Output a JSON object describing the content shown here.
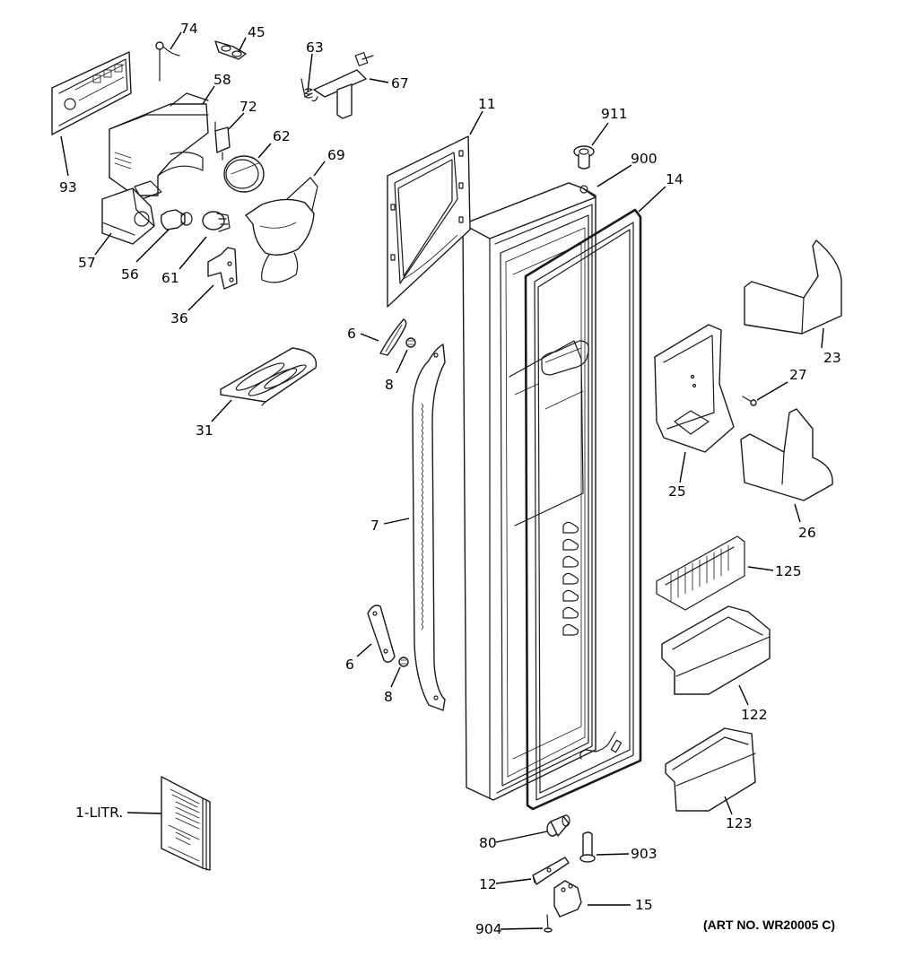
{
  "diagram": {
    "title": "Refrigerator fresh food door exploded parts diagram",
    "art_number": "(ART NO. WR20005 C)",
    "parts": [
      {
        "id": "74",
        "label": "74",
        "name": "spring-wire"
      },
      {
        "id": "45",
        "label": "45",
        "name": "bracket-plate"
      },
      {
        "id": "63",
        "label": "63",
        "name": "spring"
      },
      {
        "id": "67",
        "label": "67",
        "name": "actuator-arm"
      },
      {
        "id": "58",
        "label": "58",
        "name": "dispenser-housing"
      },
      {
        "id": "72",
        "label": "72",
        "name": "switch"
      },
      {
        "id": "62",
        "label": "62",
        "name": "ring-gasket"
      },
      {
        "id": "69",
        "label": "69",
        "name": "funnel-chute"
      },
      {
        "id": "93",
        "label": "93",
        "name": "control-board"
      },
      {
        "id": "57",
        "label": "57",
        "name": "motor-cover"
      },
      {
        "id": "56",
        "label": "56",
        "name": "coupling"
      },
      {
        "id": "61",
        "label": "61",
        "name": "gear-adapter"
      },
      {
        "id": "36",
        "label": "36",
        "name": "solenoid-bracket"
      },
      {
        "id": "11",
        "label": "11",
        "name": "dispenser-frame"
      },
      {
        "id": "911",
        "label": "911",
        "name": "hinge-bushing"
      },
      {
        "id": "900",
        "label": "900",
        "name": "door-assembly"
      },
      {
        "id": "14",
        "label": "14",
        "name": "door-gasket"
      },
      {
        "id": "23",
        "label": "23",
        "name": "cover-top"
      },
      {
        "id": "27",
        "label": "27",
        "name": "screw"
      },
      {
        "id": "25",
        "label": "25",
        "name": "bin-bracket"
      },
      {
        "id": "26",
        "label": "26",
        "name": "cover-bottom"
      },
      {
        "id": "6a",
        "label": "6",
        "name": "handle-cap-upper"
      },
      {
        "id": "8a",
        "label": "8",
        "name": "handle-screw-upper"
      },
      {
        "id": "31",
        "label": "31",
        "name": "drip-tray"
      },
      {
        "id": "7",
        "label": "7",
        "name": "door-handle"
      },
      {
        "id": "6b",
        "label": "6",
        "name": "handle-cap-lower"
      },
      {
        "id": "8b",
        "label": "8",
        "name": "handle-screw-lower"
      },
      {
        "id": "125",
        "label": "125",
        "name": "wire-shelf"
      },
      {
        "id": "122",
        "label": "122",
        "name": "door-bin"
      },
      {
        "id": "123",
        "label": "123",
        "name": "door-bin-small"
      },
      {
        "id": "1-litr",
        "label": "1-LITR.",
        "name": "literature"
      },
      {
        "id": "80",
        "label": "80",
        "name": "plug"
      },
      {
        "id": "903",
        "label": "903",
        "name": "hinge-pin"
      },
      {
        "id": "12",
        "label": "12",
        "name": "door-stop"
      },
      {
        "id": "15",
        "label": "15",
        "name": "hinge-bottom"
      },
      {
        "id": "904",
        "label": "904",
        "name": "hinge-screw"
      }
    ]
  }
}
